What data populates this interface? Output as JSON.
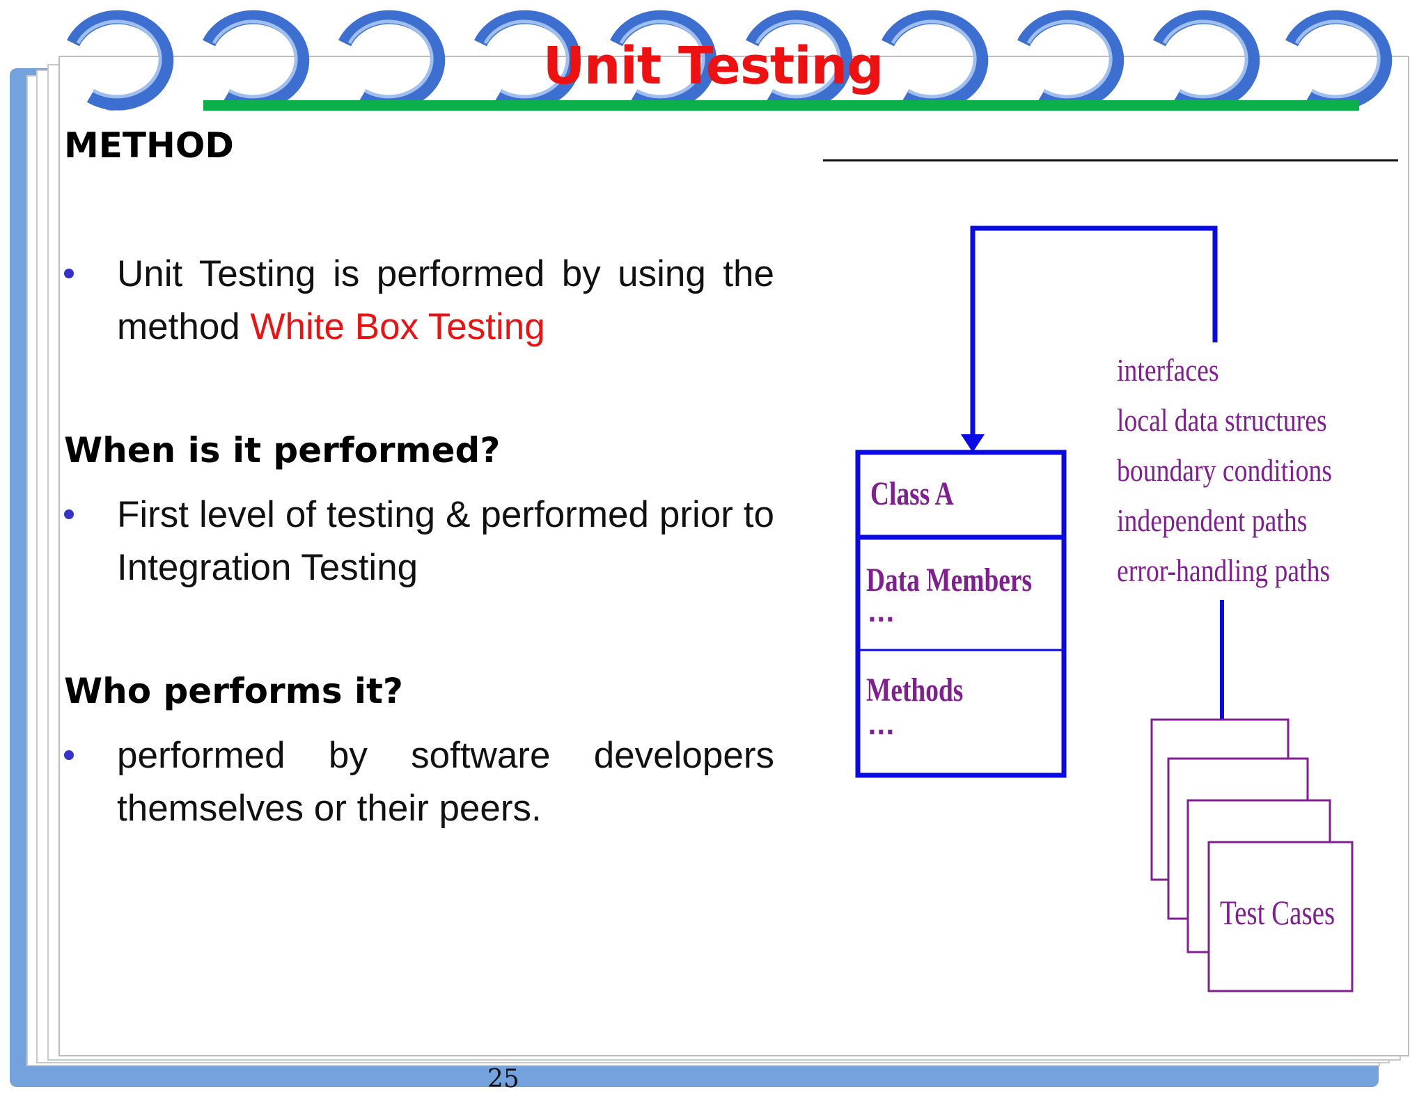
{
  "title": "Unit Testing",
  "method_heading": "METHOD",
  "bullets": {
    "b1_text": "Unit Testing is performed by using the method ",
    "b1_highlight": "White Box Testing",
    "b2_text": "First level of testing & performed prior to Integration Testing",
    "b3_text": "performed by software developers themselves or their peers."
  },
  "headings": {
    "when": "When is it performed?",
    "who": "Who performs it?"
  },
  "diagram": {
    "class_name": "Class A",
    "data_members": "Data Members",
    "methods": "Methods",
    "ellipsis": "...",
    "targets": [
      "interfaces",
      "local data structures",
      "boundary conditions",
      "independent paths",
      "error-handling paths"
    ],
    "test_cases": "Test Cases"
  },
  "page_number": "25",
  "colors": {
    "title_red": "#ee1111",
    "bar_green": "#0bb04b",
    "frame_blue": "#74a2dc",
    "diagram_blue": "#0a0ae6",
    "label_purple": "#7f1f90"
  }
}
